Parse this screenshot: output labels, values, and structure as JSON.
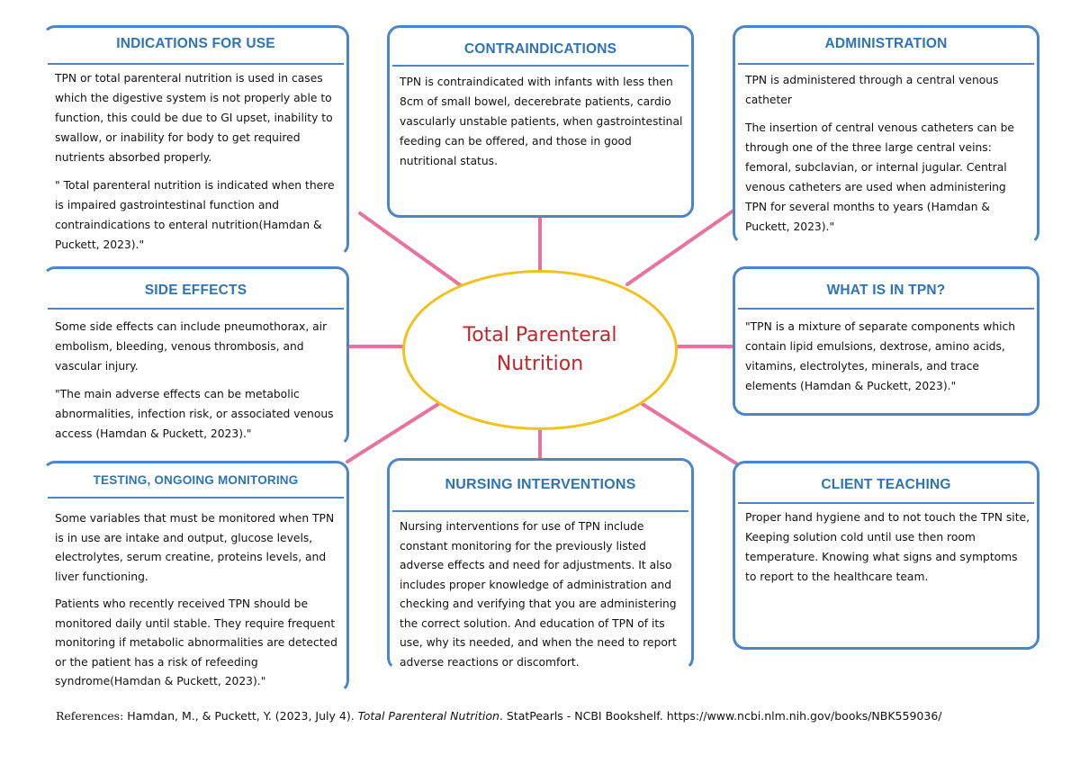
{
  "center": {
    "title": "Total Parenteral Nutrition"
  },
  "colors": {
    "box_border": "#4a86c8",
    "title": "#2e74b5",
    "oval_border": "#f2c21b",
    "center_text": "#c0272d",
    "connector": "#e8739f"
  },
  "boxes": {
    "indications": {
      "title": "INDICATIONS FOR USE",
      "paragraphs": [
        "TPN or total parenteral nutrition is used in cases which the digestive system is not properly able to function, this could be due to GI upset, inability to swallow, or inability for body to get required nutrients absorbed properly.",
        "\" Total parenteral nutrition is indicated when there is impaired gastrointestinal function and contraindications to enteral nutrition(Hamdan & Puckett, 2023).\""
      ]
    },
    "contraindications": {
      "title": "CONTRAINDICATIONS",
      "paragraphs": [
        "TPN is contraindicated with infants with less then 8cm of small bowel, decerebrate patients, cardio vascularly unstable patients, when gastrointestinal feeding can be offered, and those in good nutritional status."
      ]
    },
    "administration": {
      "title": "ADMINISTRATION",
      "paragraphs": [
        "TPN is administered through a central venous catheter",
        "The insertion of central venous catheters can be through one of the three large central veins: femoral, subclavian, or internal jugular. Central venous catheters are used when administering TPN for several months to years (Hamdan & Puckett, 2023).\""
      ]
    },
    "side_effects": {
      "title": "SIDE EFFECTS",
      "paragraphs": [
        "Some side effects can include pneumothorax, air embolism, bleeding, venous thrombosis, and vascular injury.",
        "\"The main adverse effects can be metabolic abnormalities, infection risk, or associated venous access (Hamdan & Puckett, 2023).\""
      ]
    },
    "what_is": {
      "title": "WHAT IS IN TPN?",
      "paragraphs": [
        "\"TPN is a mixture of separate components which contain lipid emulsions, dextrose, amino acids, vitamins, electrolytes, minerals, and trace elements (Hamdan & Puckett, 2023).\""
      ]
    },
    "testing": {
      "title": "TESTING, ONGOING MONITORING",
      "paragraphs": [
        "Some variables that must be monitored when TPN is in use are intake and output, glucose levels, electrolytes, serum creatine, proteins levels, and liver functioning.",
        "Patients who recently received TPN should be monitored daily until stable. They require frequent monitoring if metabolic abnormalities are detected or the patient has a risk of refeeding syndrome(Hamdan & Puckett, 2023).\""
      ]
    },
    "nursing": {
      "title": "NURSING INTERVENTIONS",
      "paragraphs": [
        "Nursing interventions for use of TPN include constant monitoring for the previously listed adverse effects and need for adjustments. It also includes proper knowledge of administration and checking and verifying that you are administering the correct solution. And education of TPN of its use, why its needed, and when the need to report adverse reactions or discomfort."
      ]
    },
    "teaching": {
      "title": "CLIENT TEACHING",
      "paragraphs": [
        "Proper hand hygiene and to not touch the TPN site, Keeping solution cold until use then room temperature. Knowing what signs and symptoms to report to the healthcare team."
      ]
    }
  },
  "references": {
    "prefix": "References:",
    "authors": " Hamdan, M., & Puckett, Y. (2023, July 4). ",
    "title": "Total Parenteral Nutrition",
    "rest": ". StatPearls - NCBI Bookshelf. https://www.ncbi.nlm.nih.gov/books/NBK559036/"
  }
}
